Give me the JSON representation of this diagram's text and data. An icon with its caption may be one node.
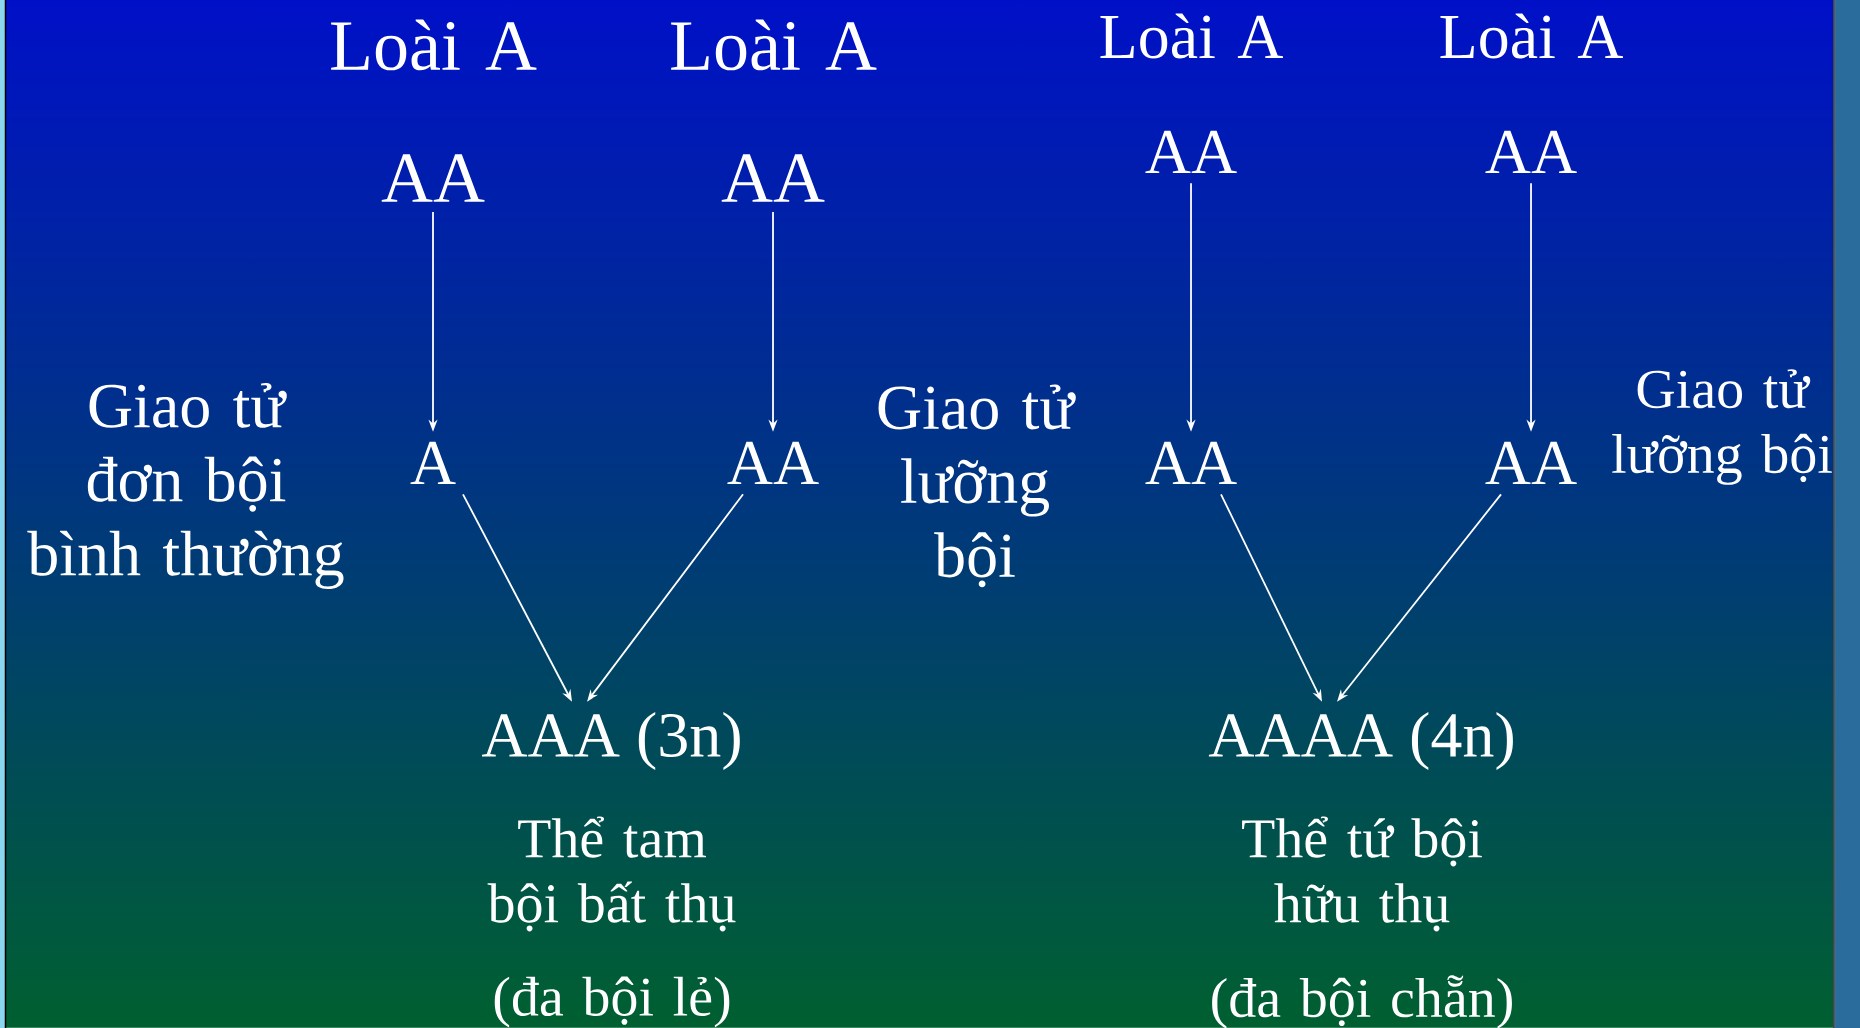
{
  "diagram": {
    "nodes": [
      {
        "text": [
          "AA"
        ],
        "beside": [
          "Loài A"
        ]
      },
      {
        "text": [
          "AA"
        ],
        "beside": [
          "Loài A"
        ]
      },
      {
        "text": [
          "AA"
        ],
        "beside": [
          "Loài A"
        ]
      },
      {
        "text": [
          "AA"
        ],
        "beside": [
          "Loài A"
        ]
      },
      {
        "text": [
          "A"
        ]
      },
      {
        "text": [
          "AA"
        ]
      },
      {
        "text": [
          "AA"
        ]
      },
      {
        "text": [
          "AA"
        ]
      },
      {
        "text": [
          "AAA (3n)"
        ],
        "beside": [
          "Thể tam bội bất thụ",
          "(đa bội lẻ)"
        ]
      },
      {
        "text": [
          "AAAA (4n)"
        ],
        "beside": [
          "Thể tứ bội hữu thụ",
          "(đa bội chẵn)"
        ]
      }
    ],
    "edges": [
      {
        "from": 0,
        "to": 4,
        "arrow": "to"
      },
      {
        "from": 1,
        "to": 5,
        "arrow": "to"
      },
      {
        "from": 2,
        "to": 6,
        "arrow": "to"
      },
      {
        "from": 3,
        "to": 7,
        "arrow": "to"
      },
      {
        "from": 4,
        "to": 8,
        "arrow": "to"
      },
      {
        "from": 5,
        "to": 8,
        "arrow": "to"
      },
      {
        "from": 6,
        "to": 9,
        "arrow": "to"
      },
      {
        "from": 7,
        "to": 9,
        "arrow": "to"
      }
    ],
    "labels": [
      "Giao tử đơn bội bình thường",
      "Giao tử lưỡng bội",
      "Giao tử lưỡng bội"
    ]
  }
}
